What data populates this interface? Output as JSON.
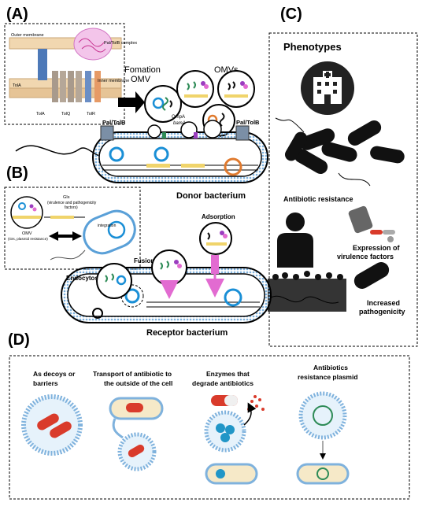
{
  "panels": {
    "a": {
      "letter": "(A)",
      "inset": {
        "outer_membrane": "Outer membrane",
        "complex": "Pal/TolB complex",
        "inner_membrane": "Inner membrane",
        "tola": "TolA",
        "tolq": "TolQ",
        "tolr": "TolR"
      },
      "formation": [
        "Fomation",
        "OMV"
      ],
      "omvs": "OMVs",
      "pal_left": "Pal/TolB",
      "pal_right": "Pal/TolB",
      "ompa": [
        "OmpA",
        "bamA"
      ],
      "donor": "Donor bacterium"
    },
    "b": {
      "letter": "(B)",
      "gis": [
        "GIs",
        "(virulence and pathogenicity",
        "factors)"
      ],
      "omv": [
        "OMV",
        "(GIs, plasmid resistance)"
      ],
      "integration": "integration"
    },
    "c": {
      "letter": "(C)",
      "phenotypes": "Phenotypes",
      "antibiotic": "Antibiotic resistance",
      "virulence": [
        "Expression of",
        "virulence factors"
      ],
      "pathogenicity": [
        "Increased",
        "pathogenicity"
      ]
    },
    "receptor": {
      "fusion": "Fusion",
      "adsorption": "Adsorption",
      "endocytosis": "Endocytosis",
      "title": "Receptor bacterium"
    },
    "d": {
      "letter": "(D)",
      "items": [
        [
          "As decoys or",
          "barriers"
        ],
        [
          "Transport of antibiotic to",
          "the outside of the cell"
        ],
        [
          "Enzymes that",
          "degrade antibiotics"
        ],
        [
          "Antibiotics",
          "resistance plasmid"
        ]
      ]
    }
  },
  "colors": {
    "membrane_blue": "#9cc4e4",
    "plasmid_blue": "#1a8fd6",
    "plasmid_orange": "#e07a2e",
    "green": "#2e8b57",
    "pink": "#e26bd1",
    "purple": "#9b3dbf",
    "pill_red": "#d93b2b"
  }
}
